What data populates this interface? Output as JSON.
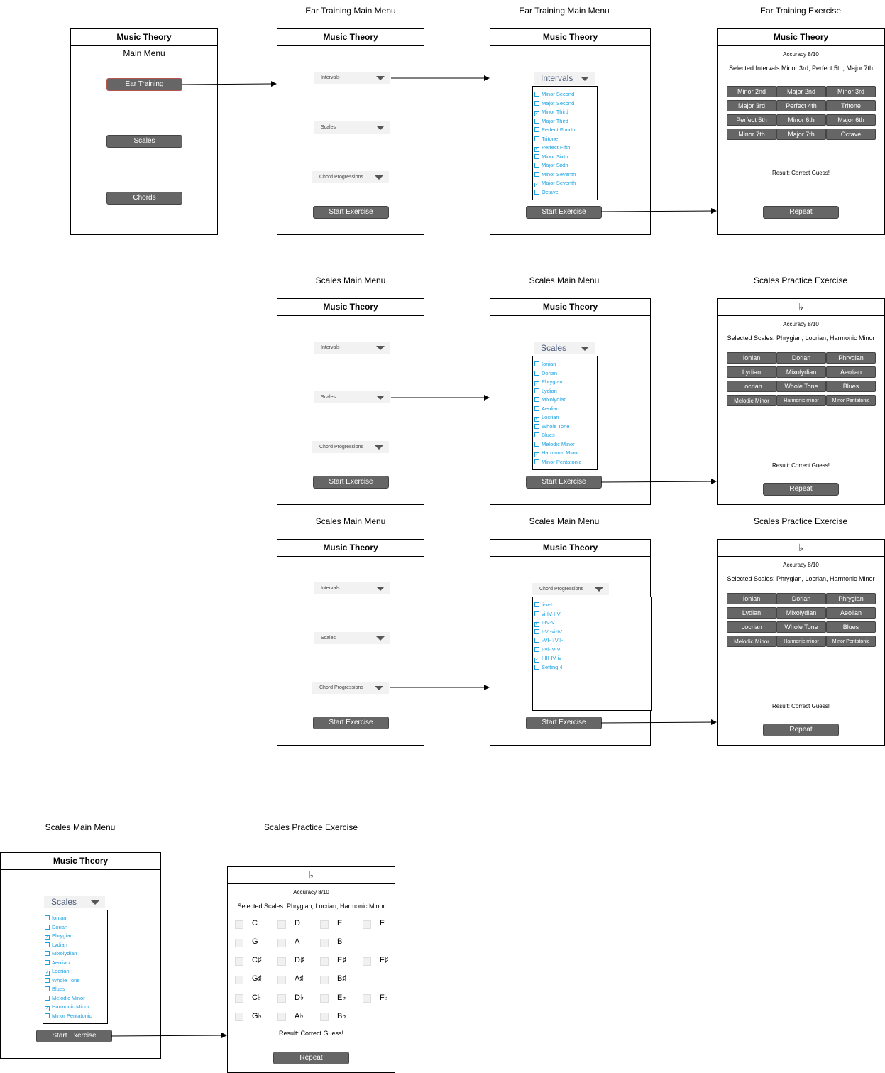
{
  "app_title": "Music Theory",
  "captions": {
    "ear_main": "Ear Training Main Menu",
    "ear_main2": "Ear Training Main Menu",
    "ear_ex": "Ear Training Exercise",
    "scales_main_a": "Scales Main Menu",
    "scales_main_b": "Scales Main Menu",
    "scales_ex_a": "Scales Practice Exercise",
    "scales_main_c": "Scales Main Menu",
    "scales_main_d": "Scales Main Menu",
    "scales_ex_b": "Scales Practice Exercise",
    "scales_main_e": "Scales Main Menu",
    "scales_ex_c": "Scales Practice Exercise"
  },
  "main_menu": {
    "subtitle": "Main Menu",
    "buttons": [
      "Ear Training",
      "Scales",
      "Chords"
    ]
  },
  "dropdowns": {
    "intervals": "Intervals",
    "scales": "Scales",
    "chords": "Chord Progressions"
  },
  "start_label": "Start Exercise",
  "repeat_label": "Repeat",
  "result_text": "Result: Correct Guess!",
  "accuracy_text": "Accuracy 8/10",
  "flat_symbol": "♭",
  "interval_list": [
    {
      "label": "Minor Second",
      "checked": false
    },
    {
      "label": "Major Second",
      "checked": false
    },
    {
      "label": "Minor Third",
      "checked": true
    },
    {
      "label": "Major Third",
      "checked": false
    },
    {
      "label": "Perfect Fourth",
      "checked": false
    },
    {
      "label": "Tritone",
      "checked": false
    },
    {
      "label": "Perfect Fifth",
      "checked": true
    },
    {
      "label": "Minor Sixth",
      "checked": false
    },
    {
      "label": "Major Sixth",
      "checked": false
    },
    {
      "label": "Minor Seventh",
      "checked": false
    },
    {
      "label": "Major Seventh",
      "checked": true
    },
    {
      "label": "Octave",
      "checked": false
    }
  ],
  "scale_list": [
    {
      "label": "Ionian",
      "checked": false
    },
    {
      "label": "Dorian",
      "checked": false
    },
    {
      "label": "Phrygian",
      "checked": true
    },
    {
      "label": "Lydian",
      "checked": false
    },
    {
      "label": "Mixolydian",
      "checked": false
    },
    {
      "label": "Aeolian",
      "checked": false
    },
    {
      "label": "Locrian",
      "checked": true
    },
    {
      "label": "Whole Tone",
      "checked": false
    },
    {
      "label": "Blues",
      "checked": false
    },
    {
      "label": "Melodic Minor",
      "checked": false
    },
    {
      "label": "Harmonic Minor",
      "checked": true
    },
    {
      "label": "Minor Pentatonic",
      "checked": false
    }
  ],
  "chord_list": [
    {
      "label": "ii-V-I",
      "checked": false
    },
    {
      "label": "vi-IV-I-V",
      "checked": false
    },
    {
      "label": "I-IV-V",
      "checked": true
    },
    {
      "label": "I-VI-vi-IV",
      "checked": false
    },
    {
      "label": "♭VI- ♭VII-I",
      "checked": false
    },
    {
      "label": "I-vi-IV-V",
      "checked": false
    },
    {
      "label": "I-III-IV-iv",
      "checked": true
    },
    {
      "label": "Setting 4",
      "checked": false
    }
  ],
  "ear_exercise": {
    "selected": "Selected Intervals:Minor 3rd, Perfect 5th, Major 7th",
    "answers": [
      "Minor 2nd",
      "Major 2nd",
      "Minor 3rd",
      "Major 3rd",
      "Perfect 4th",
      "Tritone",
      "Perfect 5th",
      "Minor 6th",
      "Major 6th",
      "Minor 7th",
      "Major 7th",
      "Octave"
    ]
  },
  "scales_exercise": {
    "selected": "Selected Scales: Phrygian, Locrian, Harmonic Minor",
    "answers": [
      "Ionian",
      "Dorian",
      "Phrygian",
      "Lydian",
      "Mixolydian",
      "Aeolian",
      "Locrian",
      "Whole Tone",
      "Blues",
      "Melodic Minor",
      "Harmonic minor",
      "Minor Pentatonic"
    ]
  },
  "note_rows": [
    [
      "C",
      "D",
      "E",
      "F"
    ],
    [
      "G",
      "A",
      "B"
    ],
    [
      "C♯",
      "D♯",
      "E♯",
      "F♯"
    ],
    [
      "G♯",
      "A♯",
      "B♯"
    ],
    [
      "C♭",
      "D♭",
      "E♭",
      "F♭"
    ],
    [
      "G♭",
      "A♭",
      "B♭"
    ]
  ]
}
